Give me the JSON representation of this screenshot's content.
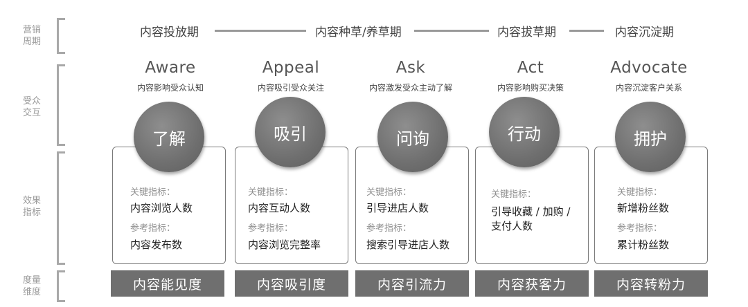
{
  "sections": {
    "marketing_cycle": "营销\n周期",
    "audience_interaction": "受众\n交互",
    "effect_metrics": "效果\n指标",
    "measure_dimension": "度量\n维度"
  },
  "phases": [
    "内容投放期",
    "内容种草/养草期",
    "内容拔草期",
    "内容沉淀期"
  ],
  "stages": [
    {
      "en": "Aware",
      "desc": "内容影响受众认知",
      "circle": "了解",
      "key_label": "关键指标：",
      "key_metric": "内容浏览人数",
      "ref_label": "参考指标：",
      "ref_metric": "内容发布数",
      "dimension": "内容能见度"
    },
    {
      "en": "Appeal",
      "desc": "内容吸引受众关注",
      "circle": "吸引",
      "key_label": "关键指标：",
      "key_metric": "内容互动人数",
      "ref_label": "参考指标：",
      "ref_metric": "内容浏览完整率",
      "dimension": "内容吸引度"
    },
    {
      "en": "Ask",
      "desc": "内容激发受众主动了解",
      "circle": "问询",
      "key_label": "关键指标：",
      "key_metric": "引导进店人数",
      "ref_label": "参考指标：",
      "ref_metric": "搜索引导进店人数",
      "dimension": "内容引流力"
    },
    {
      "en": "Act",
      "desc": "内容影响购买决策",
      "circle": "行动",
      "key_label": "关键指标：",
      "key_metric": "引导收藏 / 加购 /\n支付人数",
      "dimension": "内容获客力"
    },
    {
      "en": "Advocate",
      "desc": "内容沉淀客户关系",
      "circle": "拥护",
      "key_label": "关键指标：",
      "key_metric": "新增粉丝数",
      "ref_label": "参考指标：",
      "ref_metric": "累计粉丝数",
      "dimension": "内容转粉力"
    }
  ]
}
